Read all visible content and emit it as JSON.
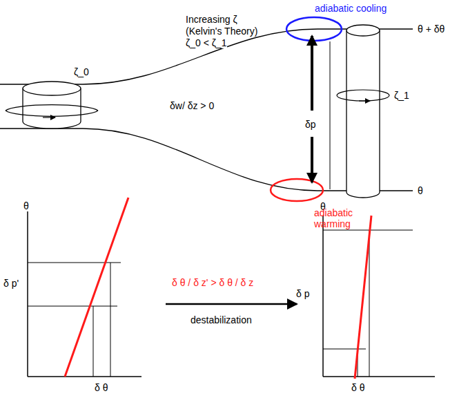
{
  "diagram": {
    "labels": [
      "adiabatic cooling",
      "Increasing ζ",
      "(Kelvin's Theory)",
      "ζ_0 < ζ_1",
      "ζ_0",
      "θ + δθ",
      "ζ_1",
      "δw/ δz > 0",
      "δp",
      "θ",
      "θ",
      "adiabatic warming",
      "θ",
      "δ p'",
      "δ θ / δ z' > δ θ / δ z",
      "destabilization",
      "δ p",
      "δ θ",
      "δ θ"
    ]
  }
}
